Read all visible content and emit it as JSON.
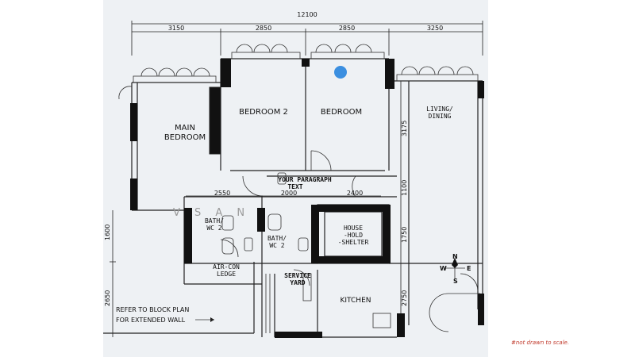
{
  "dimensions": {
    "total_width": "12100",
    "top": [
      "3150",
      "2850",
      "2850",
      "3250"
    ],
    "inner": [
      "2550",
      "2000",
      "2400"
    ],
    "left": [
      "1600",
      "2650"
    ],
    "right": [
      "3175",
      "1100",
      "1750",
      "2750"
    ]
  },
  "rooms": {
    "main_bedroom": [
      "MAIN",
      "BEDROOM"
    ],
    "bedroom2": "BEDROOM 2",
    "bedroom": "BEDROOM",
    "living": [
      "LIVING/",
      "DINING"
    ],
    "bath1": [
      "BATH/",
      "WC 2"
    ],
    "bath2": [
      "BATH/",
      "WC 2"
    ],
    "household": [
      "HOUSE",
      "-HOLD",
      "-SHELTER"
    ],
    "aircon": [
      "AIR-CON",
      "LEDGE"
    ],
    "service": [
      "SERVICE",
      "YARD"
    ],
    "kitchen": "KITCHEN"
  },
  "paragraph": [
    "YOUR PARAGRAPH",
    "TEXT"
  ],
  "note": [
    "REFER TO BLOCK PLAN",
    "FOR EXTENDED WALL"
  ],
  "compass": {
    "n": "N",
    "s": "S",
    "e": "E",
    "w": "W"
  },
  "watermark": "V   S   A   N",
  "footnote": "#not drawn to scale.",
  "colors": {
    "marker": "#3b8fe0",
    "footnote": "#c0392b"
  }
}
